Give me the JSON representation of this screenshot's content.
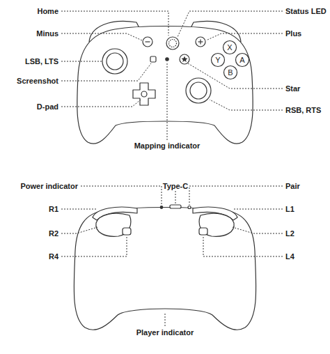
{
  "diagram": {
    "labels": [
      "Home",
      "Status LED",
      "Minus",
      "Plus",
      "LSB, LTS",
      "X",
      "Y",
      "A",
      "B",
      "Screenshot",
      "Star",
      "D-pad",
      "RSB, RTS",
      "Mapping indicator",
      "Power indicator",
      "Type-C",
      "Pair",
      "R1",
      "L1",
      "R2",
      "L2",
      "R4",
      "L4",
      "Player indicator"
    ]
  }
}
